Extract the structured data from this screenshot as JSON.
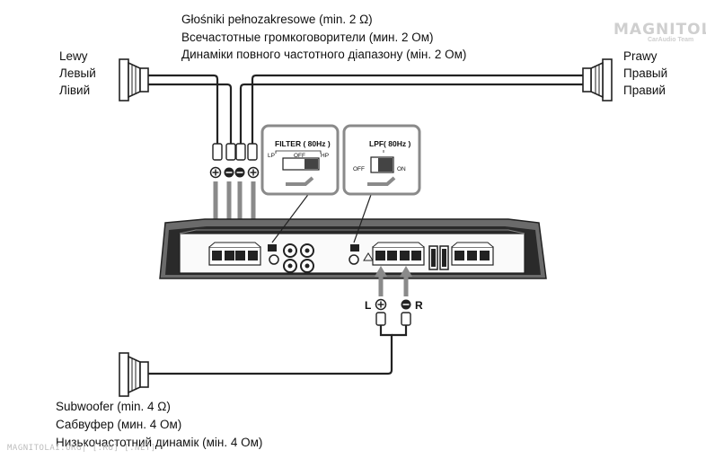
{
  "title_lines": [
    "Głośniki pełnozakresowe (min. 2 Ω)",
    "Всечастотные громкоговорители (мин. 2 Ом)",
    "Динаміки повного частотного діапазону (мін. 2 Ом)"
  ],
  "left_speaker_lines": [
    "Lewy",
    "Левый",
    "Лівий"
  ],
  "right_speaker_lines": [
    "Prawy",
    "Правый",
    "Правий"
  ],
  "subwoofer_lines": [
    "Subwoofer (min. 4 Ω)",
    "Сабвуфер (мин. 4 Ом)",
    "Низькочастотний динамік (мін. 4 Ом)"
  ],
  "filter_switch": {
    "title": "FILTER ( 80Hz )",
    "options": [
      "LP",
      "OFF",
      "HP"
    ]
  },
  "lpf_switch": {
    "title": "LPF( 80Hz )",
    "options": [
      "OFF",
      "ON"
    ]
  },
  "polarity": {
    "plus": "+",
    "minus": "−"
  },
  "sub_channels": {
    "left": "L",
    "right": "R"
  },
  "watermark_logo": {
    "main": "MAGNITOLA",
    "sub": "CarAudio Team"
  },
  "watermark_bottom": "MAGNITOLAI.ORG| [.RU] [.NET]"
}
